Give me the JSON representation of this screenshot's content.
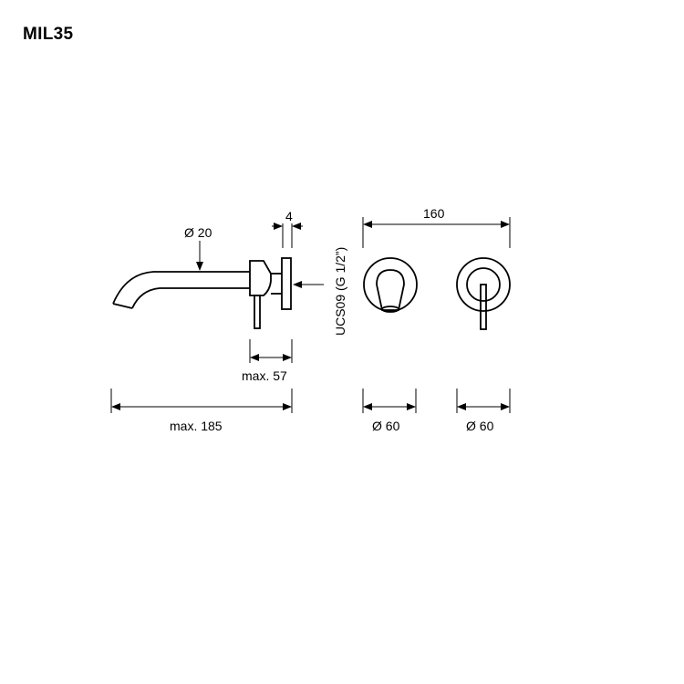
{
  "product_code": "MIL35",
  "dimensions": {
    "spout_diameter": "Ø 20",
    "plate_thickness": "4",
    "projection_max": "max. 57",
    "spout_length_max": "max. 185",
    "center_distance": "160",
    "spout_plate_diameter": "Ø 60",
    "mixer_plate_diameter": "Ø 60",
    "connection_spec": "UCS09 (G 1/2”)"
  }
}
